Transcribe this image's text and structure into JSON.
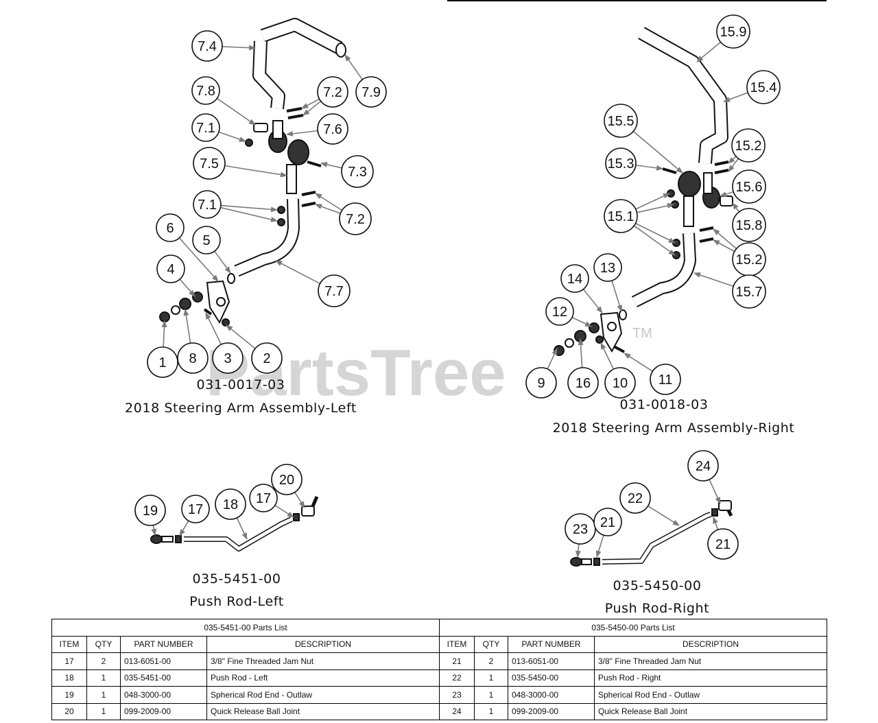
{
  "watermark": "PartsTree",
  "watermark_tm": "TM",
  "assemblies": [
    {
      "part_number": "031-0017-03",
      "title": "2018 Steering Arm Assembly-Left"
    },
    {
      "part_number": "031-0018-03",
      "title": "2018 Steering Arm Assembly-Right"
    },
    {
      "part_number": "035-5451-00",
      "title": "Push Rod-Left"
    },
    {
      "part_number": "035-5450-00",
      "title": "Push Rod-Right"
    }
  ],
  "callouts": {
    "left_assembly": [
      "7.4",
      "7.9",
      "7.8",
      "7.2",
      "7.1",
      "7.6",
      "7.5",
      "7.3",
      "7.1",
      "7.2",
      "6",
      "5",
      "4",
      "7.7",
      "1",
      "8",
      "3",
      "2"
    ],
    "right_assembly": [
      "15.9",
      "15.4",
      "15.5",
      "15.2",
      "15.3",
      "15.6",
      "15.1",
      "15.8",
      "15.2",
      "13",
      "14",
      "15.7",
      "12",
      "9",
      "16",
      "10",
      "11"
    ],
    "push_rod_left": [
      "19",
      "17",
      "18",
      "17",
      "20"
    ],
    "push_rod_right": [
      "24",
      "22",
      "23",
      "21",
      "21"
    ]
  },
  "colors": {
    "line": "#111111",
    "callout_arrow": "#7a7a7a",
    "watermark": "#c8c8c8"
  },
  "tables": [
    {
      "title": "035-5451-00 Parts List",
      "headers": [
        "ITEM",
        "QTY",
        "PART NUMBER",
        "DESCRIPTION"
      ],
      "rows": [
        [
          "17",
          "2",
          "013-6051-00",
          "3/8\" Fine Threaded Jam Nut"
        ],
        [
          "18",
          "1",
          "035-5451-00",
          "Push Rod -  Left"
        ],
        [
          "19",
          "1",
          "048-3000-00",
          "Spherical Rod End - Outlaw"
        ],
        [
          "20",
          "1",
          "099-2009-00",
          "Quick Release Ball Joint"
        ]
      ]
    },
    {
      "title": "035-5450-00 Parts List",
      "headers": [
        "ITEM",
        "QTY",
        "PART NUMBER",
        "DESCRIPTION"
      ],
      "rows": [
        [
          "21",
          "2",
          "013-6051-00",
          "3/8\" Fine Threaded Jam Nut"
        ],
        [
          "22",
          "1",
          "035-5450-00",
          "Push Rod - Right"
        ],
        [
          "23",
          "1",
          "048-3000-00",
          "Spherical Rod End - Outlaw"
        ],
        [
          "24",
          "1",
          "099-2009-00",
          "Quick Release Ball Joint"
        ]
      ]
    }
  ]
}
